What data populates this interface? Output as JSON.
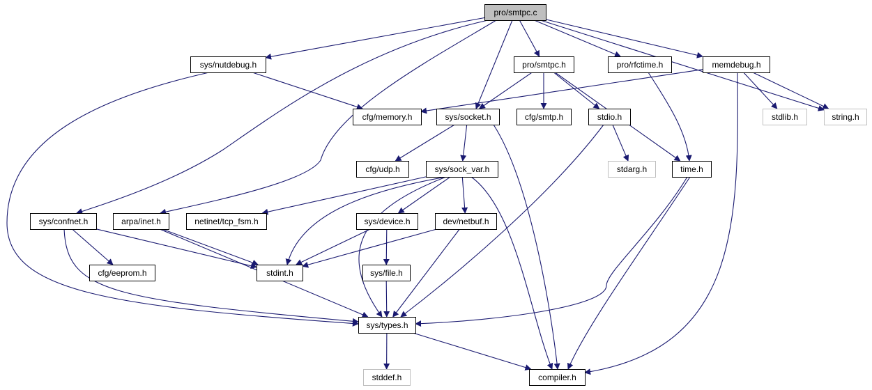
{
  "diagram": {
    "colors": {
      "edge": "#191970",
      "box": "#000000",
      "box_muted": "#bfbfbf",
      "root_fill": "#bfbfbf",
      "fill": "#ffffff",
      "text": "#000000"
    },
    "nodes": [
      {
        "id": "root",
        "label": "pro/smtpc.c"
      },
      {
        "id": "nutdebug",
        "label": "sys/nutdebug.h"
      },
      {
        "id": "smtpc_h",
        "label": "pro/smtpc.h"
      },
      {
        "id": "rfctime",
        "label": "pro/rfctime.h"
      },
      {
        "id": "memdebug",
        "label": "memdebug.h"
      },
      {
        "id": "memory",
        "label": "cfg/memory.h"
      },
      {
        "id": "socket",
        "label": "sys/socket.h"
      },
      {
        "id": "smtp",
        "label": "cfg/smtp.h"
      },
      {
        "id": "stdio",
        "label": "stdio.h"
      },
      {
        "id": "stdlib",
        "label": "stdlib.h"
      },
      {
        "id": "string",
        "label": "string.h"
      },
      {
        "id": "udp",
        "label": "cfg/udp.h"
      },
      {
        "id": "sock_var",
        "label": "sys/sock_var.h"
      },
      {
        "id": "stdarg",
        "label": "stdarg.h"
      },
      {
        "id": "time",
        "label": "time.h"
      },
      {
        "id": "confnet",
        "label": "sys/confnet.h"
      },
      {
        "id": "inet",
        "label": "arpa/inet.h"
      },
      {
        "id": "tcp_fsm",
        "label": "netinet/tcp_fsm.h"
      },
      {
        "id": "device",
        "label": "sys/device.h"
      },
      {
        "id": "netbuf",
        "label": "dev/netbuf.h"
      },
      {
        "id": "eeprom",
        "label": "cfg/eeprom.h"
      },
      {
        "id": "stdint",
        "label": "stdint.h"
      },
      {
        "id": "file",
        "label": "sys/file.h"
      },
      {
        "id": "types",
        "label": "sys/types.h"
      },
      {
        "id": "stddef",
        "label": "stddef.h"
      },
      {
        "id": "compiler",
        "label": "compiler.h"
      }
    ],
    "edges": [
      [
        "root",
        "nutdebug"
      ],
      [
        "root",
        "smtpc_h"
      ],
      [
        "root",
        "rfctime"
      ],
      [
        "root",
        "memdebug"
      ],
      [
        "root",
        "string"
      ],
      [
        "root",
        "socket"
      ],
      [
        "root",
        "inet"
      ],
      [
        "root",
        "confnet"
      ],
      [
        "nutdebug",
        "memory"
      ],
      [
        "nutdebug",
        "types"
      ],
      [
        "smtpc_h",
        "socket"
      ],
      [
        "smtpc_h",
        "smtp"
      ],
      [
        "smtpc_h",
        "stdio"
      ],
      [
        "smtpc_h",
        "time"
      ],
      [
        "rfctime",
        "time"
      ],
      [
        "memdebug",
        "memory"
      ],
      [
        "memdebug",
        "stdlib"
      ],
      [
        "memdebug",
        "string"
      ],
      [
        "memdebug",
        "compiler"
      ],
      [
        "socket",
        "udp"
      ],
      [
        "socket",
        "sock_var"
      ],
      [
        "socket",
        "compiler"
      ],
      [
        "stdio",
        "stdarg"
      ],
      [
        "stdio",
        "types"
      ],
      [
        "time",
        "types"
      ],
      [
        "time",
        "compiler"
      ],
      [
        "sock_var",
        "tcp_fsm"
      ],
      [
        "sock_var",
        "device"
      ],
      [
        "sock_var",
        "netbuf"
      ],
      [
        "sock_var",
        "stdint"
      ],
      [
        "sock_var",
        "types"
      ],
      [
        "sock_var",
        "compiler"
      ],
      [
        "confnet",
        "eeprom"
      ],
      [
        "confnet",
        "stdint"
      ],
      [
        "confnet",
        "types"
      ],
      [
        "inet",
        "stdint"
      ],
      [
        "inet",
        "types"
      ],
      [
        "device",
        "stdint"
      ],
      [
        "device",
        "file"
      ],
      [
        "netbuf",
        "stdint"
      ],
      [
        "netbuf",
        "types"
      ],
      [
        "file",
        "types"
      ],
      [
        "types",
        "stddef"
      ],
      [
        "types",
        "compiler"
      ]
    ]
  }
}
